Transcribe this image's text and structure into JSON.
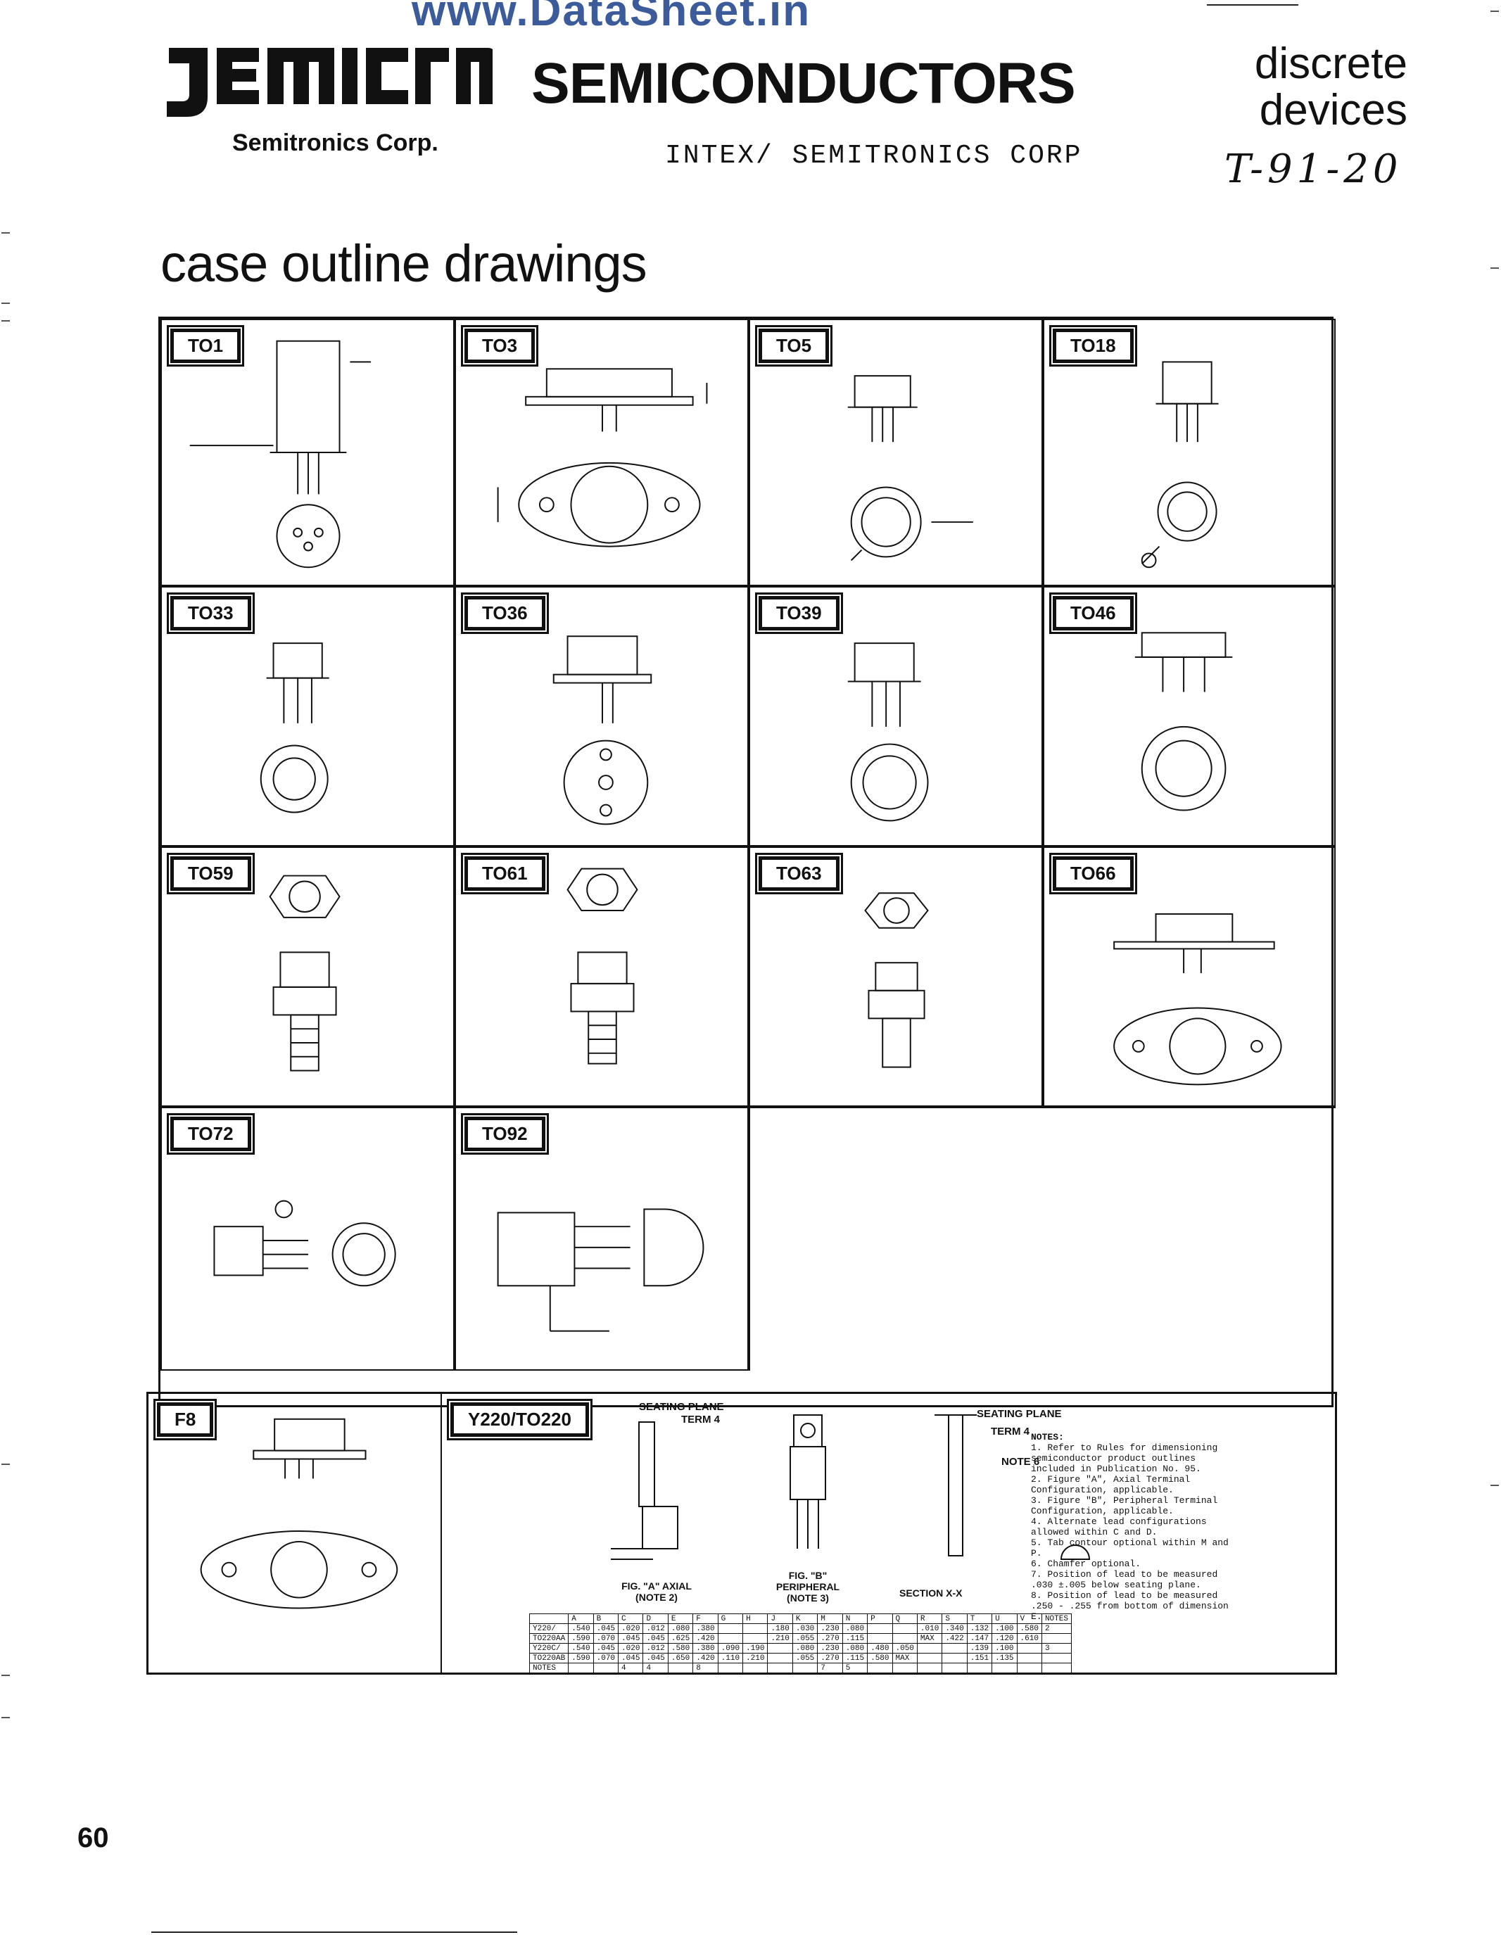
{
  "header": {
    "watermark": "www.DataSheet.in",
    "brand": "semicron",
    "brand_word": "SEMICONDUCTORS",
    "corp": "Semitronics Corp.",
    "intex": "INTEX/ SEMITRONICS CORP",
    "category_line1": "discrete",
    "category_line2": "devices",
    "handwritten_code": "T-91-20"
  },
  "title": "case outline drawings",
  "cases": [
    "TO1",
    "TO3",
    "TO5",
    "TO18",
    "TO33",
    "TO36",
    "TO39",
    "TO46",
    "TO59",
    "TO61",
    "TO63",
    "TO66",
    "TO72",
    "TO92",
    "F8",
    "Y220/TO220"
  ],
  "notes": {
    "heading": "NOTES:",
    "items": [
      "1. Refer to Rules for dimensioning semiconductor product outlines included in Publication No. 95.",
      "2. Figure \"A\", Axial Terminal Configuration, applicable.",
      "3. Figure \"B\", Peripheral Terminal Configuration, applicable.",
      "4. Alternate lead configurations allowed within C and D.",
      "5. Tab contour optional within M and P.",
      "6. Chamfer optional.",
      "7. Position of lead to be measured .030 ±.005 below seating plane.",
      "8. Position of lead to be measured .250 - .255 from bottom of dimension E."
    ]
  },
  "table": {
    "header": [
      "",
      "A",
      "B",
      "C",
      "D",
      "E",
      "F",
      "G",
      "H",
      "J",
      "K",
      "M",
      "N",
      "P",
      "Q",
      "R",
      "S",
      "T",
      "U",
      "V",
      "NOTES"
    ],
    "rows": [
      [
        "Y220/",
        ".540",
        ".045",
        ".020",
        ".012",
        ".080",
        ".380",
        "",
        "",
        ".180",
        ".030",
        ".230",
        ".080",
        "",
        "",
        ".010",
        ".340",
        ".132",
        ".100",
        ".580",
        "2"
      ],
      [
        "TO220AA",
        ".590",
        ".070",
        ".045",
        ".045",
        ".625",
        ".420",
        "",
        "",
        ".210",
        ".055",
        ".270",
        ".115",
        "",
        "",
        "MAX",
        ".422",
        ".147",
        ".120",
        ".610",
        ""
      ],
      [
        "Y220C/",
        ".540",
        ".045",
        ".020",
        ".012",
        ".580",
        ".380",
        ".090",
        ".190",
        "",
        ".080",
        ".230",
        ".080",
        ".480",
        ".050",
        "",
        "",
        ".139",
        ".100",
        "",
        "3"
      ],
      [
        "TO220AB",
        ".590",
        ".070",
        ".045",
        ".045",
        ".650",
        ".420",
        ".110",
        ".210",
        "",
        ".055",
        ".270",
        ".115",
        ".580",
        "MAX",
        "",
        "",
        ".151",
        ".135",
        "",
        ""
      ],
      [
        "NOTES",
        "",
        "",
        "4",
        "4",
        "",
        "8",
        "",
        "",
        "",
        "",
        "7",
        "5",
        "",
        "",
        "",
        "",
        "",
        "",
        "",
        ""
      ]
    ]
  },
  "fig_labels": {
    "seating_plane": "SEATING PLANE",
    "fig_a": "FIG. \"A\" AXIAL (NOTE 2)",
    "fig_b": "FIG. \"B\" PERIPHERAL (NOTE 3)",
    "section": "SECTION X-X",
    "term4": "TERM 4",
    "note6": "NOTE 6"
  },
  "page_number": "60"
}
